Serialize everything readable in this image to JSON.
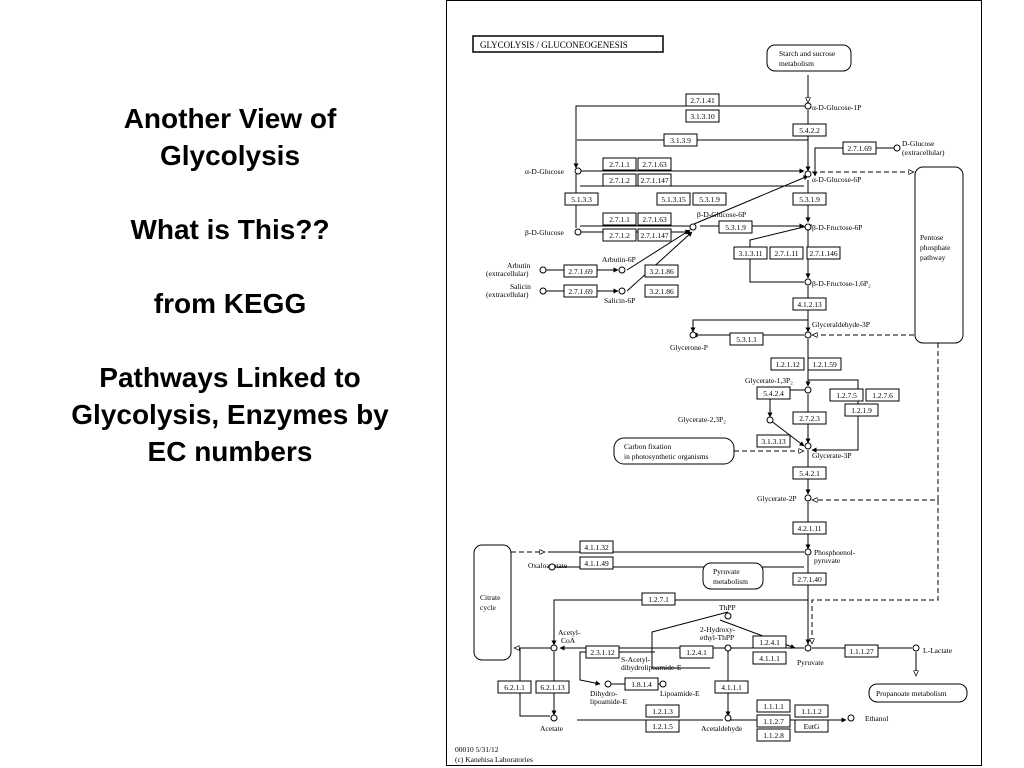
{
  "slide": {
    "title_line1": "Another View of",
    "title_line2": "Glycolysis",
    "question": "What is This??",
    "source": "from KEGG",
    "desc_line1": "Pathways Linked to",
    "desc_line2": "Glycolysis, Enzymes by",
    "desc_line3": "EC numbers"
  },
  "map": {
    "title": "GLYCOLYSIS / GLUCONEOGENESIS",
    "footer_line1": "00010 5/31/12",
    "footer_line2": "(c) Kanehisa Laboratories",
    "pathways": {
      "starch_l1": "Starch and sucrose",
      "starch_l2": "metabolism",
      "pentose_l1": "Pentose",
      "pentose_l2": "phosphate",
      "pentose_l3": "pathway",
      "carbon_l1": "Carbon fixation",
      "carbon_l2": "in photosynthetic organisms",
      "pyruvate_l1": "Pyruvate",
      "pyruvate_l2": "metabolism",
      "citrate_l1": "Citrate",
      "citrate_l2": "cycle",
      "propanoate": "Propanoate metabolism"
    },
    "compounds": {
      "aglc1p": "α-D-Glucose-1P",
      "dglc_ext_l1": "D-Glucose",
      "dglc_ext_l2": "(extracellular)",
      "aglc": "α-D-Glucose",
      "aglc6p": "α-D-Glucose-6P",
      "bglc": "β-D-Glucose",
      "bglc6p": "β-D-Glucose-6P",
      "bfru6p": "β-D-Fructose-6P",
      "bfru16p": "β-D-Fructose-1,6P₂",
      "arbutin_l1": "Arbutin",
      "arbutin_l2": "(extracellular)",
      "salicin_l1": "Salicin",
      "salicin_l2": "(extracellular)",
      "arbutin6p": "Arbutin-6P",
      "salicin6p": "Salicin-6P",
      "g3p": "Glyceraldehyde-3P",
      "dhap": "Glycerone-P",
      "g13p": "Glycerate-1,3P₂",
      "g23p": "Glycerate-2,3P₂",
      "g3pa": "Glycerate-3P",
      "g2p": "Glycerate-2P",
      "pep_l1": "Phosphoenol-",
      "pep_l2": "pyruvate",
      "oaa": "Oxaloacetate",
      "thpp": "ThPP",
      "hydroxy_l1": "2-Hydroxy-",
      "hydroxy_l2": "ethyl-ThPP",
      "acetylcoa_l1": "Acetyl-",
      "acetylcoa_l2": "CoA",
      "sacetyl_l1": "S-Acetyl-",
      "sacetyl_l2": "dihydrolipoamide-E",
      "dihydro_l1": "Dihydro-",
      "dihydro_l2": "lipoamide-E",
      "lipoamide": "Lipoamide-E",
      "pyruvate": "Pyruvate",
      "llactate": "L-Lactate",
      "acetate": "Acetate",
      "acetaldehyde": "Acetaldehyde",
      "ethanol": "Ethanol"
    },
    "enzymes": [
      "2.7.1.41",
      "3.1.3.10",
      "5.4.2.2",
      "3.1.3.9",
      "2.7.1.69",
      "2.7.1.1",
      "2.7.1.63",
      "2.7.1.2",
      "2.7.1.147",
      "5.1.3.3",
      "5.1.3.15",
      "5.3.1.9",
      "5.3.1.9",
      "2.7.1.1",
      "2.7.1.63",
      "2.7.1.2",
      "2.7.1.147",
      "5.3.1.9",
      "2.7.1.69",
      "3.2.1.86",
      "2.7.1.69",
      "3.2.1.86",
      "3.1.3.11",
      "2.7.1.11",
      "2.7.1.146",
      "4.1.2.13",
      "5.3.1.1",
      "1.2.1.12",
      "1.2.1.59",
      "5.4.2.4",
      "1.2.7.5",
      "1.2.7.6",
      "1.2.1.9",
      "2.7.2.3",
      "3.1.3.13",
      "5.4.2.1",
      "4.2.1.11",
      "4.1.1.32",
      "4.1.1.49",
      "2.7.1.40",
      "1.2.7.1",
      "1.2.4.1",
      "2.3.1.12",
      "1.2.4.1",
      "1.1.1.27",
      "4.1.1.1",
      "1.8.1.4",
      "4.1.1.1",
      "6.2.1.1",
      "6.2.1.13",
      "1.2.1.3",
      "1.2.1.5",
      "1.1.1.1",
      "1.1.1.2",
      "1.1.2.7",
      "EutG",
      "1.1.2.8"
    ]
  }
}
